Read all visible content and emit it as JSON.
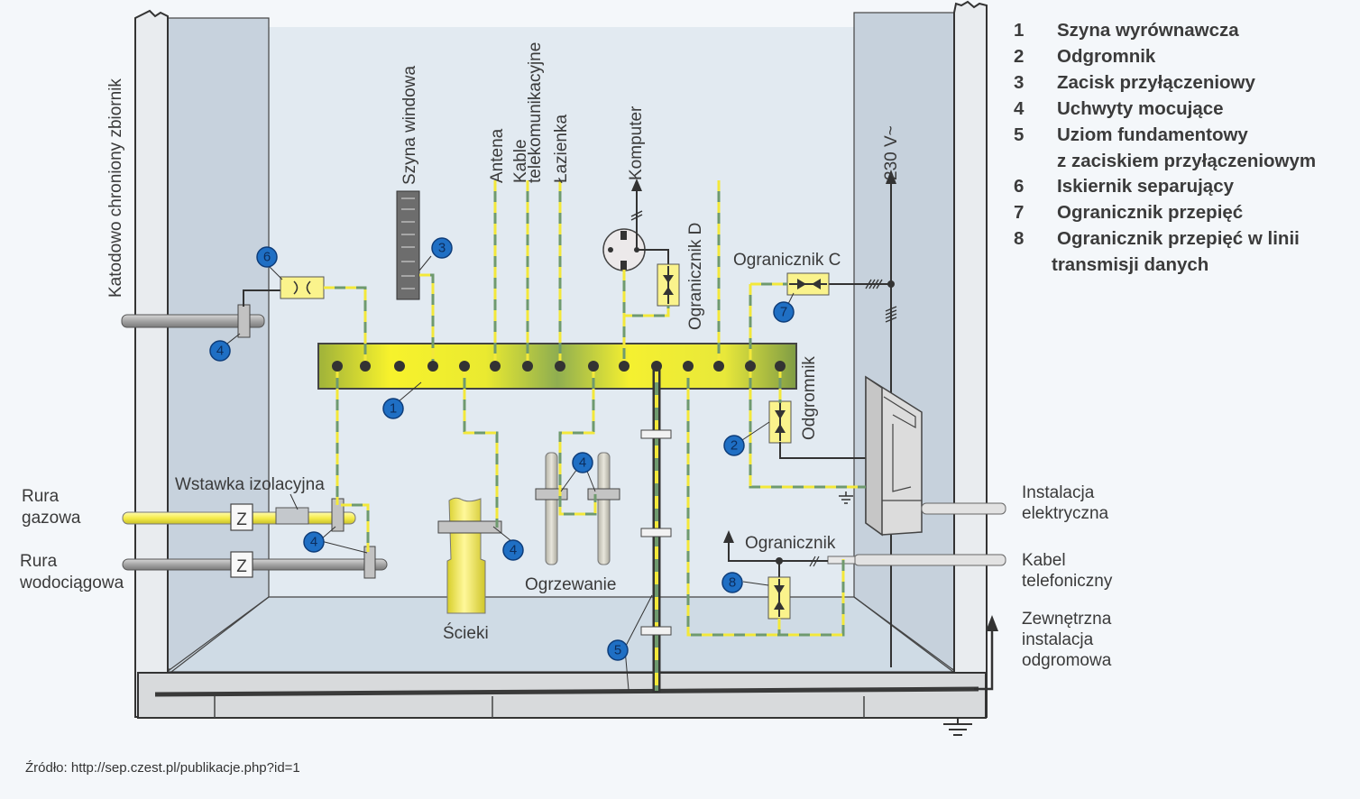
{
  "legend": {
    "items": [
      {
        "num": "1",
        "label": "Szyna wyrównawcza"
      },
      {
        "num": "2",
        "label": "Odgromnik"
      },
      {
        "num": "3",
        "label": "Zacisk przyłączeniowy"
      },
      {
        "num": "4",
        "label": "Uchwyty mocujące"
      },
      {
        "num": "5",
        "label": "Uziom fundamentowy",
        "continuation": "z zaciskiem przyłączeniowym"
      },
      {
        "num": "6",
        "label": "Iskiernik separujący"
      },
      {
        "num": "7",
        "label": "Ogranicznik przepięć"
      },
      {
        "num": "8",
        "label": "Ogranicznik przepięć w linii",
        "continuation": "transmisji danych"
      }
    ]
  },
  "labels": {
    "tank": "Katodowo chroniony zbiornik",
    "elevator_rail": "Szyna windowa",
    "antenna": "Antena",
    "telecom_line1": "Kable",
    "telecom_line2": "telekomunikacyjne",
    "bathroom": "Łazienka",
    "computer": "Komputer",
    "limiter_d": "Ogranicznik D",
    "limiter_c": "Ogranicznik C",
    "voltage": "230 V~",
    "arrester": "Odgromnik",
    "insulating_insert": "Wstawka izolacyjna",
    "gas_pipe_line1": "Rura",
    "gas_pipe_line2": "gazowa",
    "water_pipe_line1": "Rura",
    "water_pipe_line2": "wodociągowa",
    "sewage": "Ścieki",
    "heating": "Ogrzewanie",
    "limiter": "Ogranicznik",
    "electrical_line1": "Instalacja",
    "electrical_line2": "elektryczna",
    "phone_line1": "Kabel",
    "phone_line2": "telefoniczny",
    "lightning_line1": "Zewnętrzna",
    "lightning_line2": "instalacja",
    "lightning_line3": "odgromowa",
    "meter_z": "Z"
  },
  "badges": {
    "b1": "1",
    "b2": "2",
    "b3": "3",
    "b4a": "4",
    "b4b": "4",
    "b4c": "4",
    "b4d": "4",
    "b5": "5",
    "b6": "6",
    "b7": "7",
    "b8": "8"
  },
  "colors": {
    "badge": "#1f6fc4",
    "wire_yellow": "#f3e83a",
    "wire_green": "#6f9a6e",
    "wall": "#c9d4de",
    "busbar": "#e7e844"
  },
  "caption": "Źródło: http://sep.czest.pl/publikacje.php?id=1"
}
